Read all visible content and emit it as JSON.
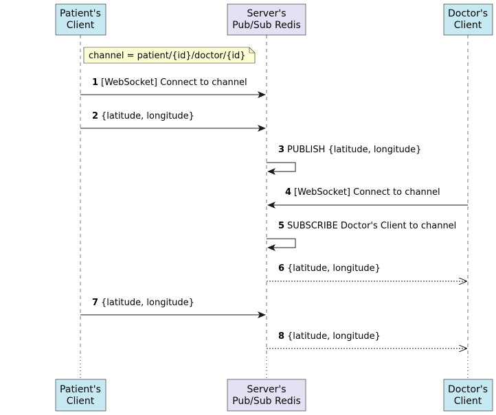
{
  "participants": [
    {
      "id": "patient",
      "lines": [
        "Patient's",
        "Client"
      ],
      "fill": "#c6e9f2"
    },
    {
      "id": "server",
      "lines": [
        "Server's",
        "Pub/Sub Redis"
      ],
      "fill": "#e3e2f4"
    },
    {
      "id": "doctor",
      "lines": [
        "Doctor's",
        "Client"
      ],
      "fill": "#c6e9f2"
    }
  ],
  "note": {
    "text": "channel = patient/{id}/doctor/{id}",
    "fill": "#fefed4"
  },
  "messages": [
    {
      "num": "1",
      "text": "[WebSocket] Connect to channel",
      "from": "patient",
      "to": "server",
      "style": "solid"
    },
    {
      "num": "2",
      "text": "{latitude, longitude}",
      "from": "patient",
      "to": "server",
      "style": "solid"
    },
    {
      "num": "3",
      "text": "PUBLISH {latitude, longitude}",
      "from": "server",
      "to": "server",
      "style": "solid"
    },
    {
      "num": "4",
      "text": "[WebSocket] Connect to channel",
      "from": "doctor",
      "to": "server",
      "style": "solid"
    },
    {
      "num": "5",
      "text": "SUBSCRIBE Doctor's Client to channel",
      "from": "server",
      "to": "server",
      "style": "solid"
    },
    {
      "num": "6",
      "text": "{latitude, longitude}",
      "from": "server",
      "to": "doctor",
      "style": "dashed"
    },
    {
      "num": "7",
      "text": "{latitude, longitude}",
      "from": "patient",
      "to": "server",
      "style": "solid"
    },
    {
      "num": "8",
      "text": "{latitude, longitude}",
      "from": "server",
      "to": "doctor",
      "style": "dashed"
    }
  ]
}
